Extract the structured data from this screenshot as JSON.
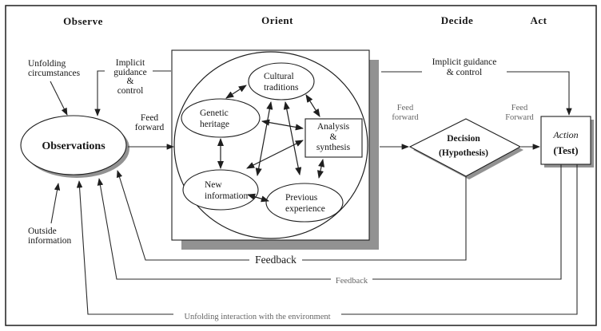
{
  "colors": {
    "shadow": "#929292",
    "grey_text": "#666666",
    "action_text": "#5a5a5a"
  },
  "headers": {
    "observe": "Observe",
    "orient": "Orient",
    "decide": "Decide",
    "act": "Act"
  },
  "left": {
    "unfolding_circumstances": [
      "Unfolding",
      "circumstances"
    ],
    "implicit_guidance": [
      "Implicit",
      "guidance",
      "&",
      "control"
    ],
    "feed_forward": [
      "Feed",
      "forward"
    ],
    "observations": "Observations",
    "outside_information": [
      "Outside",
      "information"
    ]
  },
  "orient_cluster": {
    "cultural_traditions": [
      "Cultural",
      "traditions"
    ],
    "genetic_heritage": [
      "Genetic",
      "heritage"
    ],
    "new_information": [
      "New",
      "information"
    ],
    "previous_experience": [
      "Previous",
      "experience"
    ],
    "analysis_synthesis": [
      "Analysis",
      "&",
      "synthesis"
    ]
  },
  "middle": {
    "feed_forward": [
      "Feed",
      "forward"
    ],
    "implicit_guidance": [
      "Implicit guidance",
      "& control"
    ]
  },
  "right": {
    "feed_forward": [
      "Feed",
      "Forward"
    ],
    "decision": [
      "Decision",
      "(Hypothesis)"
    ],
    "action": [
      "Action",
      "(Test)"
    ]
  },
  "feedback": {
    "primary": "Feedback",
    "secondary": "Feedback",
    "environment": "Unfolding interaction with the environment"
  }
}
